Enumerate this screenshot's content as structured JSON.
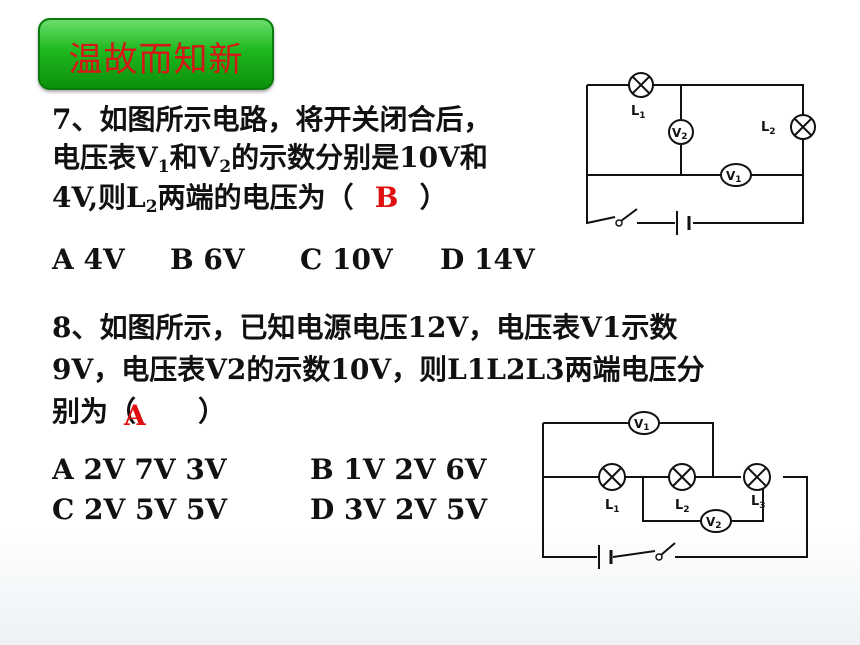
{
  "header": {
    "title": "温故而知新"
  },
  "q7": {
    "line1": "7、如图所示电路，将开关闭合后，",
    "line2_a": "电压表V",
    "line2_sub1": "1",
    "line2_b": "和V",
    "line2_sub2": "2",
    "line2_c": "的示数分别是10V和",
    "line3_a": "4V,则L",
    "line3_sub": "2",
    "line3_b": "两端的电压为（",
    "line3_close": "）",
    "answer": "B",
    "options": [
      "A  4V",
      "B  6V",
      "C  10V",
      "D  14V"
    ],
    "labels": {
      "l1": "L",
      "l1_sub": "1",
      "l2": "L",
      "l2_sub": "2",
      "v1": "V",
      "v1_sub": "1",
      "v2": "V",
      "v2_sub": "2"
    }
  },
  "q8": {
    "line1": "8、如图所示，已知电源电压12V，电压表V1示数",
    "line2": "9V，电压表V2的示数10V，则L1L2L3两端电压分",
    "line3_a": "别为（",
    "line3_close": "）",
    "answer": "A",
    "options": [
      "A  2V  7V  3V",
      "B  1V  2V  6V",
      "C  2V  5V  5V",
      "D  3V  2V  5V"
    ],
    "labels": {
      "l1": "L",
      "l1_sub": "1",
      "l2": "L",
      "l2_sub": "2",
      "l3": "L",
      "l3_sub": "3",
      "v1": "V",
      "v1_sub": "1",
      "v2": "V",
      "v2_sub": "2"
    }
  },
  "colors": {
    "answer": "#e01010",
    "badge_green": "#1fb81f",
    "badge_text": "#d41818"
  }
}
